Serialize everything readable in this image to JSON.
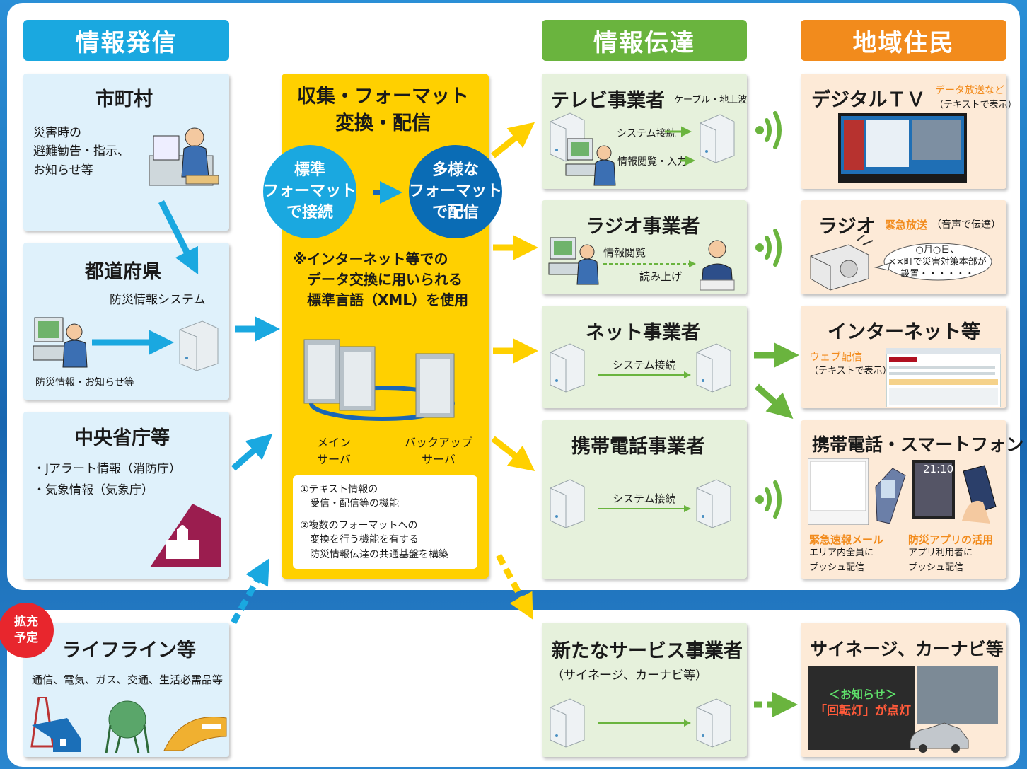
{
  "headers": {
    "info_send": "情報発信",
    "info_transfer": "情報伝達",
    "residents": "地域住民"
  },
  "senders": {
    "municipality": {
      "title": "市町村",
      "body": "災害時の\n避難勧告・指示、\nお知らせ等"
    },
    "prefecture": {
      "title": "都道府県",
      "system": "防災情報システム",
      "note": "防災情報・お知らせ等"
    },
    "ministry": {
      "title": "中央省庁等",
      "items": [
        "・Jアラート情報（消防庁）",
        "・気象情報（気象庁）"
      ]
    },
    "lifeline": {
      "badge": "拡充\n予定",
      "title": "ライフライン等",
      "body": "通信、電気、ガス、交通、生活必需品等"
    }
  },
  "hub": {
    "title": "収集・フォーマット\n変換・配信",
    "circle_left": "標準\nフォーマット\nで接続",
    "circle_right": "多様な\nフォーマット\nで配信",
    "note": "※インターネット等での\n　データ交換に用いられる\n　標準言語（XML）を使用",
    "main_server": "メイン\nサーバ",
    "backup_server": "バックアップ\nサーバ",
    "func1": "①テキスト情報の\n　受信・配信等の機能",
    "func2": "②複数のフォーマットへの\n　変換を行う機能を有する\n　防災情報伝達の共通基盤を構築"
  },
  "transfer": {
    "tv": {
      "title": "テレビ事業者",
      "sub": "ケーブル・地上波",
      "l1": "システム接続",
      "l2": "情報閲覧・入力"
    },
    "radio": {
      "title": "ラジオ事業者",
      "l1": "情報閲覧",
      "l2": "読み上げ"
    },
    "net": {
      "title": "ネット事業者",
      "l1": "システム接続"
    },
    "mobile": {
      "title": "携帯電話事業者",
      "l1": "システム接続"
    },
    "new": {
      "title": "新たなサービス事業者",
      "sub": "（サイネージ、カーナビ等）"
    }
  },
  "residents": {
    "tv": {
      "title": "デジタルＴＶ",
      "sub1": "データ放送など",
      "sub2": "（テキストで表示）"
    },
    "radio": {
      "title": "ラジオ",
      "sub1": "緊急放送",
      "sub2": "（音声で伝達）",
      "bubble": "○月○日、\n××町で災害対策本部が\n設置・・・・・・"
    },
    "internet": {
      "title": "インターネット等",
      "sub1": "ウェブ配信",
      "sub2": "（テキストで表示）"
    },
    "mobile": {
      "title": "携帯電話・スマートフォン",
      "mail_title": "緊急速報メール",
      "mail_body": "エリア内全員に\nプッシュ配信",
      "app_title": "防災アプリの活用",
      "app_body": "アプリ利用者に\nプッシュ配信",
      "phone_time": "21:10"
    },
    "signage": {
      "title": "サイネージ、カーナビ等",
      "sign_top": "＜お知らせ＞",
      "sign_bottom": "「回転灯」が点灯"
    }
  },
  "colors": {
    "sky": "#1aa8e0",
    "green": "#6ab43e",
    "orange": "#f28b1c",
    "yellow": "#ffd000",
    "circle_left": "#1aa8e0",
    "circle_right": "#0a6cb5",
    "red": "#e8262d"
  }
}
